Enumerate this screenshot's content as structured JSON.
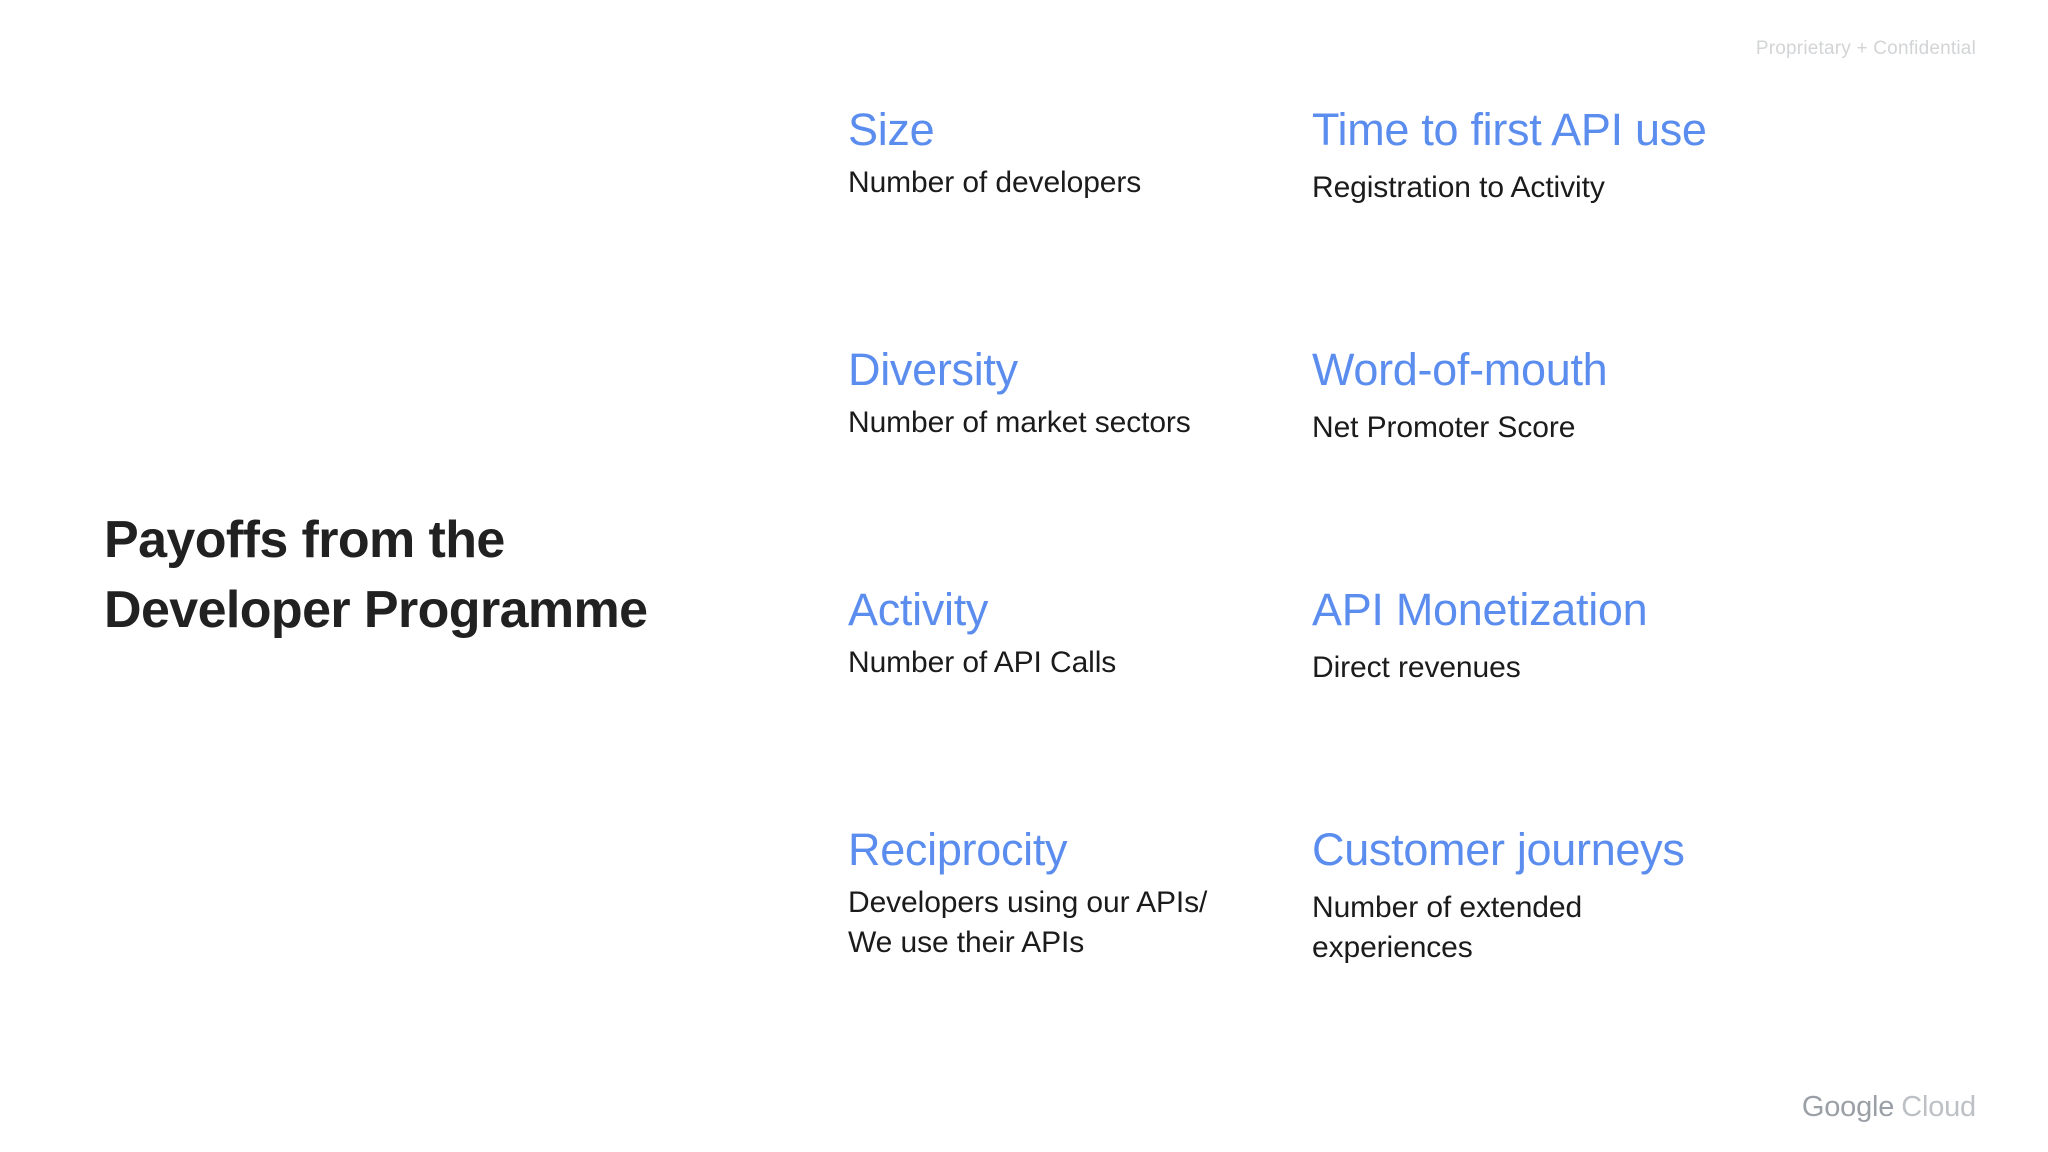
{
  "slide": {
    "confidential_notice": "Proprietary + Confidential",
    "title_lines": [
      "Payoffs from the",
      "Developer Programme"
    ],
    "accent_color": "#5b8def",
    "text_color": "#1b1b1b",
    "background_color": "#ffffff"
  },
  "metrics": {
    "left_column": [
      {
        "title": "Size",
        "subtitle": "Number of developers"
      },
      {
        "title": "Diversity",
        "subtitle": "Number of market sectors"
      },
      {
        "title": "Activity",
        "subtitle": "Number of API Calls"
      },
      {
        "title": "Reciprocity",
        "subtitle_line1": "Developers using our APIs/",
        "subtitle_line2": "We use their APIs"
      }
    ],
    "right_column": [
      {
        "title": "Time to first API use",
        "subtitle": "Registration to Activity"
      },
      {
        "title": "Word-of-mouth",
        "subtitle": "Net Promoter Score"
      },
      {
        "title": "API Monetization",
        "subtitle": "Direct revenues"
      },
      {
        "title": "Customer journeys",
        "subtitle_line1": "Number of extended",
        "subtitle_line2": "experiences"
      }
    ]
  },
  "footer": {
    "brand_primary": "Google",
    "brand_secondary": "Cloud"
  }
}
